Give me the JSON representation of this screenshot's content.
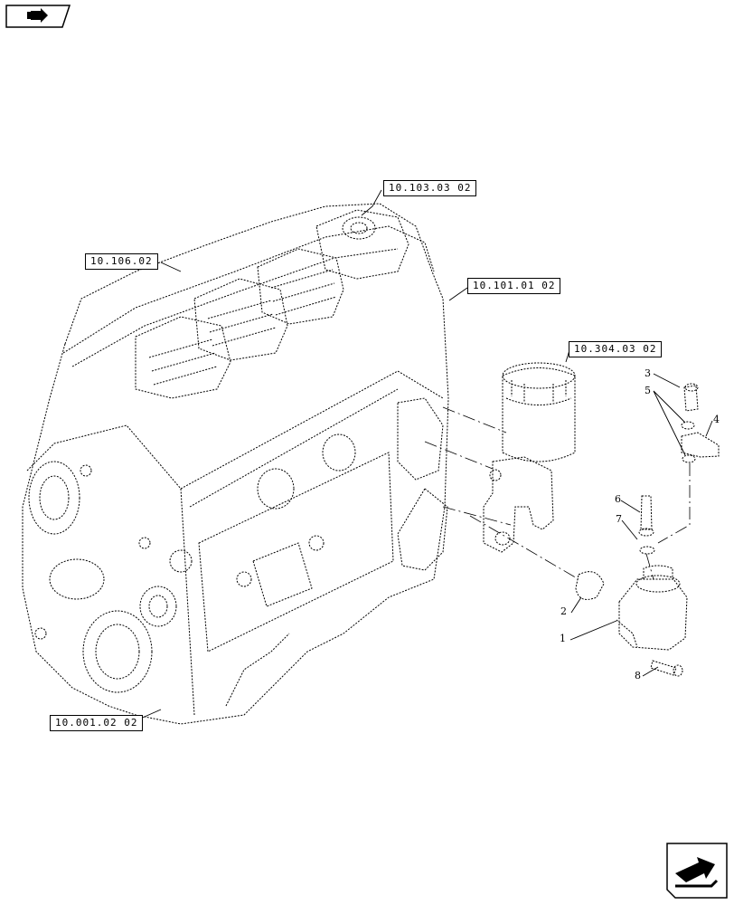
{
  "references": {
    "r1": "10.103.03 02",
    "r2": "10.106.02",
    "r3": "10.101.01 02",
    "r4": "10.304.03 02",
    "r5": "10.001.02 02"
  },
  "callouts": {
    "c1": "1",
    "c2": "2",
    "c3": "3",
    "c4": "4",
    "c5": "5",
    "c6": "6",
    "c7": "7",
    "c8": "8"
  },
  "icons": {
    "top_left": "back-arrow-icon",
    "bottom_right": "next-page-icon"
  },
  "colors": {
    "line": "#000000",
    "background": "#ffffff"
  }
}
